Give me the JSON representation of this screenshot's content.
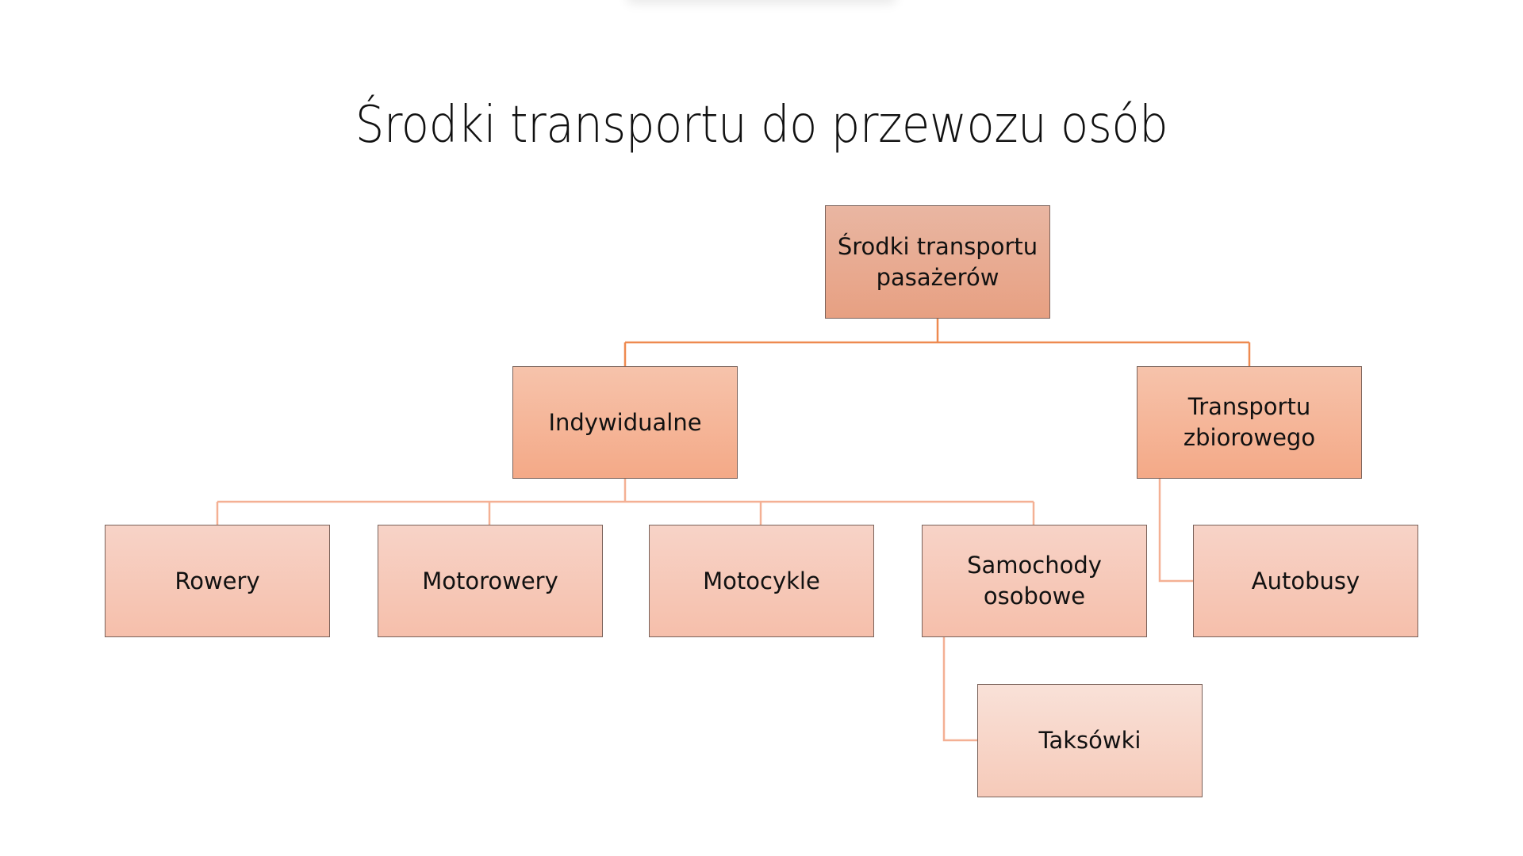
{
  "slide": {
    "title": "Środki transportu do przewozu osób"
  },
  "diagram": {
    "type": "org-chart",
    "root": {
      "label": "Środki transportu pasażerów"
    },
    "level1": [
      {
        "label": "Indywidualne"
      },
      {
        "label": "Transportu zbiorowego"
      }
    ],
    "individual_children": [
      {
        "label": "Rowery"
      },
      {
        "label": "Motorowery"
      },
      {
        "label": "Motocykle"
      },
      {
        "label": "Samochody osobowe"
      }
    ],
    "car_children": [
      {
        "label": "Taksówki"
      }
    ],
    "collective_children": [
      {
        "label": "Autobusy"
      }
    ]
  },
  "colors": {
    "connector_primary": "#ED7D31",
    "connector_secondary": "#F4B094",
    "node_border": "#7A625A",
    "root_fill_top": "#E9B6A2",
    "root_fill_bottom": "#E7A082",
    "level1_fill_top": "#F6C3AB",
    "level1_fill_bottom": "#F4A987",
    "level2_fill_top": "#F7D3C7",
    "level2_fill_bottom": "#F6BFAB"
  }
}
